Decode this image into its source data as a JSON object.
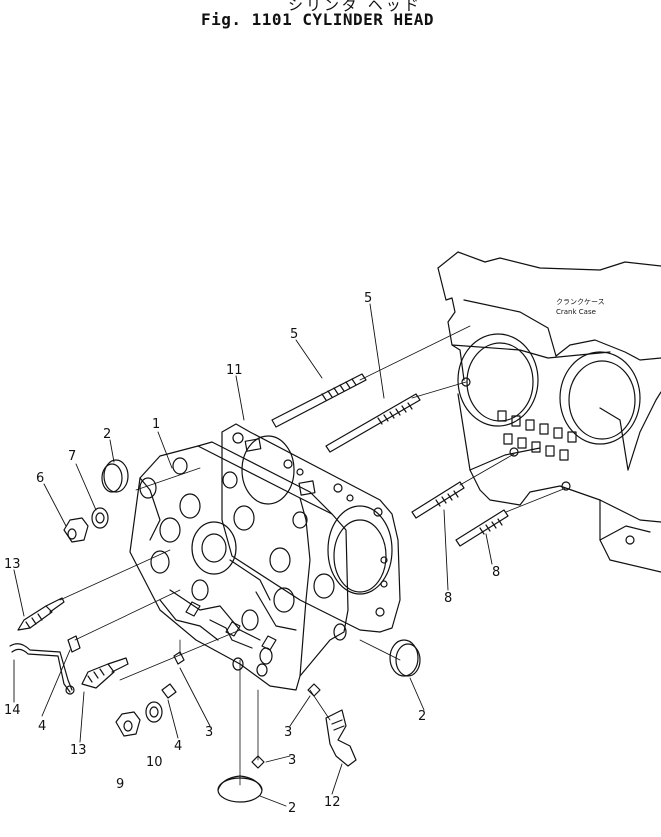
{
  "header": {
    "title_jp": "シリンダ ヘッド",
    "title": "Fig. 1101 CYLINDER HEAD"
  },
  "labels": {
    "crank_case_jp": "クランクケース",
    "crank_case": "Crank Case"
  },
  "callouts": {
    "c1": "1",
    "c2a": "2",
    "c2b": "2",
    "c2c": "2",
    "c3a": "3",
    "c3b": "3",
    "c3c": "3",
    "c4a": "4",
    "c4b": "4",
    "c5a": "5",
    "c5b": "5",
    "c6": "6",
    "c7": "7",
    "c8a": "8",
    "c8b": "8",
    "c9": "9",
    "c10": "10",
    "c11": "11",
    "c12": "12",
    "c13a": "13",
    "c13b": "13",
    "c14": "14"
  }
}
